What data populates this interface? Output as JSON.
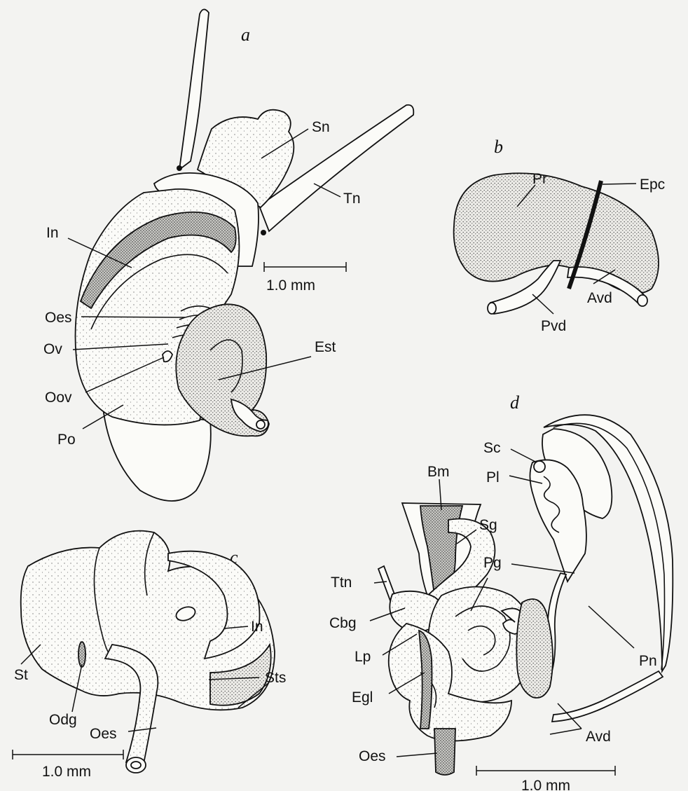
{
  "panels": {
    "a": {
      "letter": "a",
      "labels": {
        "sn": "Sn",
        "tn": "Tn",
        "in": "In",
        "oes": "Oes",
        "ov": "Ov",
        "est": "Est",
        "oov": "Oov",
        "po": "Po"
      },
      "scale": "1.0 mm"
    },
    "b": {
      "letter": "b",
      "labels": {
        "pr": "Pr",
        "epc": "Epc",
        "avd": "Avd",
        "pvd": "Pvd"
      }
    },
    "c": {
      "letter": "c",
      "labels": {
        "in": "In",
        "st": "St",
        "sts": "Sts",
        "odg": "Odg",
        "oes": "Oes"
      },
      "scale": "1.0 mm"
    },
    "d": {
      "letter": "d",
      "labels": {
        "sc": "Sc",
        "pl": "Pl",
        "bm": "Bm",
        "sg": "Sg",
        "ttn": "Ttn",
        "pg": "Pg",
        "cbg": "Cbg",
        "pn": "Pn",
        "lp": "Lp",
        "egl": "Egl",
        "avd": "Avd",
        "oes": "Oes"
      },
      "scale": "1.0 mm"
    }
  }
}
